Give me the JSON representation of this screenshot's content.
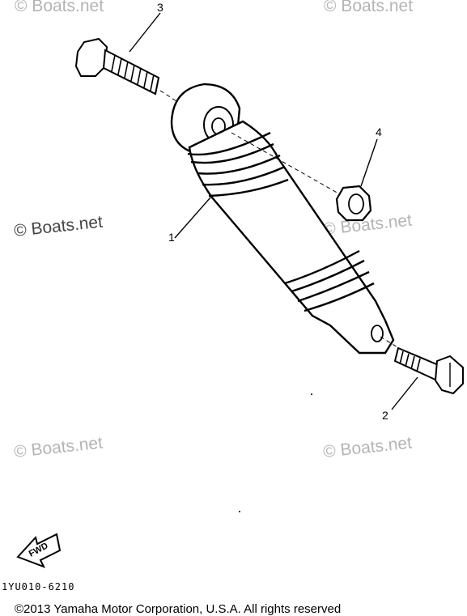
{
  "watermarks": {
    "top_left": "© Boats.net",
    "top_right": "© Boats.net",
    "mid_left": "© Boats.net",
    "mid_right": "© Boats.net",
    "low_left": "© Boats.net",
    "low_right": "© Boats.net"
  },
  "callouts": {
    "part_1": "1",
    "part_2": "2",
    "part_3": "3",
    "part_4": "4"
  },
  "fwd_label": "FWD",
  "diagram_code": "1YU010-6210",
  "copyright": "©2013 Yamaha Motor Corporation, U.S.A. All rights reserved"
}
